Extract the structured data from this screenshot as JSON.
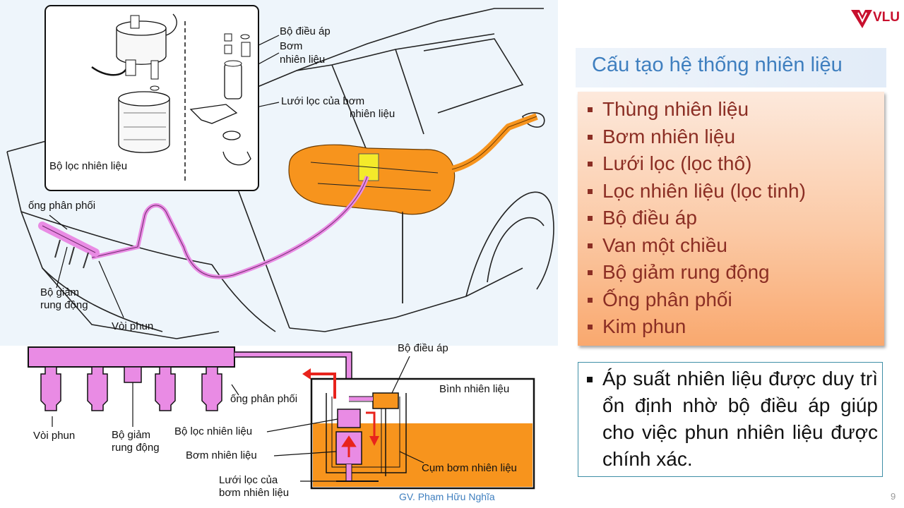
{
  "header": {
    "logo_text": "VLU",
    "title": "Cấu tạo hệ thống nhiên liệu"
  },
  "components_list": [
    "Thùng nhiên liệu",
    "Bơm nhiên liệu",
    "Lưới lọc (lọc thô)",
    "Lọc nhiên liệu (lọc tinh)",
    "Bộ điều áp",
    "Van một chiều",
    "Bộ giảm rung động",
    "Ống phân phối",
    "Kim phun"
  ],
  "note": "Áp suất nhiên liệu được duy trì ổn định nhờ bộ điều áp giúp cho việc phun nhiên liệu được chính xác.",
  "figure_top": {
    "inset_pressure_regulator": "Bộ điều áp",
    "inset_pump_line1": "Bơm",
    "inset_pump_line2": "nhiên liệu",
    "inset_screen_line1": "Lưới lọc của bơm",
    "inset_screen_line2": "nhiên liệu",
    "inset_fuel_filter": "Bộ lọc nhiên liệu",
    "delivery_pipe": "ống phân phối",
    "damper_line1": "Bộ giảm",
    "damper_line2": "rung động",
    "injector": "Vòi phun"
  },
  "figure_bottom": {
    "pressure_regulator": "Bộ điều áp",
    "fuel_tank": "Bình nhiên liệu",
    "delivery_pipe": "ống phân phối",
    "injector": "Vòi phun",
    "damper_line1": "Bộ giảm",
    "damper_line2": "rung động",
    "fuel_filter": "Bộ lọc nhiên liệu",
    "fuel_pump": "Bơm nhiên liệu",
    "pump_screen_line1": "Lưới lọc của",
    "pump_screen_line2": "bơm nhiên liệu",
    "pump_assembly": "Cụm bơm nhiên liệu"
  },
  "footer": {
    "author": "GV. Phạm Hữu Nghĩa",
    "page_number": "9"
  },
  "colors": {
    "title_blue": "#3f7fbf",
    "list_text": "#8b2e24",
    "list_gradient_top": "#fde9dc",
    "list_gradient_bottom": "#f9a86e",
    "fuel_orange": "#f7941d",
    "pipe_magenta": "#e98be4",
    "arrow_red": "#e8231c",
    "logo_red": "#c8102e"
  }
}
